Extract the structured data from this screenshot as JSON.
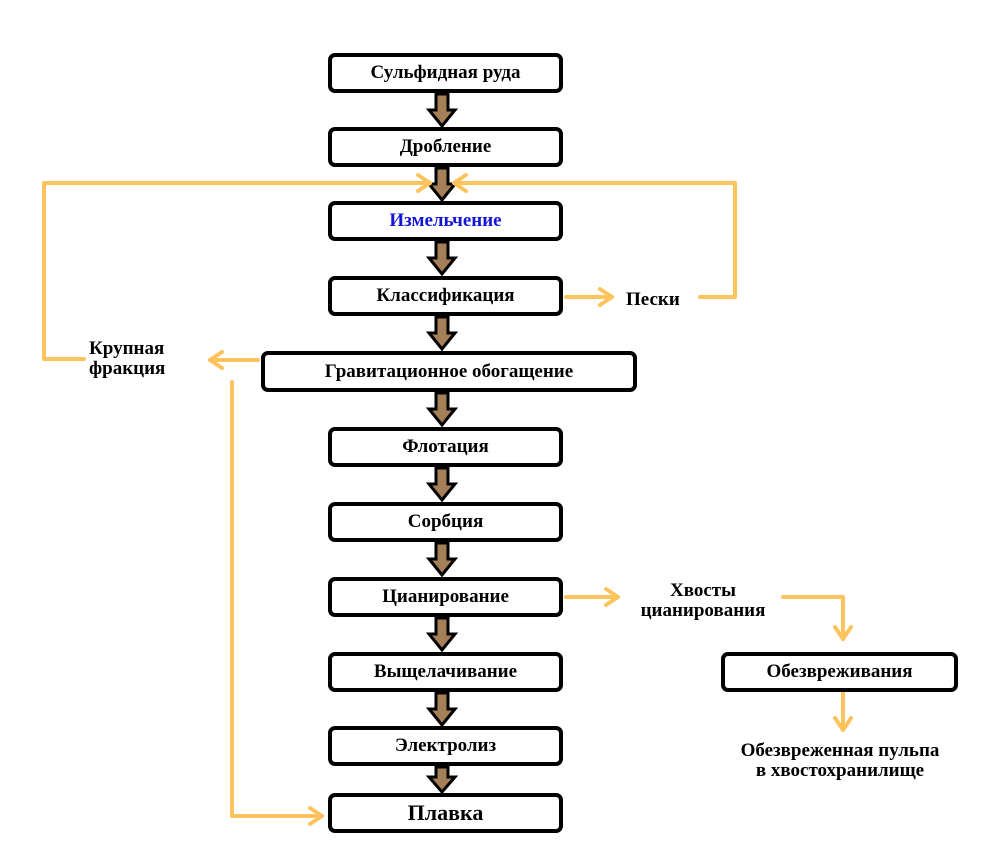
{
  "stages": {
    "s1": "Сульфидная руда",
    "s2": "Дробление",
    "s3": "Измельчение",
    "s4": "Классификация",
    "s5": "Гравитационное обогащение",
    "s6": "Флотация",
    "s7": "Сорбция",
    "s8": "Цианирование",
    "s9": "Выщелачивание",
    "s10": "Электролиз",
    "s11": "Плавка",
    "s12": "Обезвреживания"
  },
  "labels": {
    "sands": "Пески",
    "coarse_1": "Крупная",
    "coarse_2": "фракция",
    "tails_1": "Хвосты",
    "tails_2": "цианирования",
    "pulp_1": "Обезвреженная пульпа",
    "pulp_2": "в хвостохранилище"
  },
  "colors": {
    "main_arrow_fill": "#a57f57",
    "main_arrow_outline": "#000000",
    "side_flow": "#fdc45e",
    "highlight_text": "#1515d8"
  }
}
